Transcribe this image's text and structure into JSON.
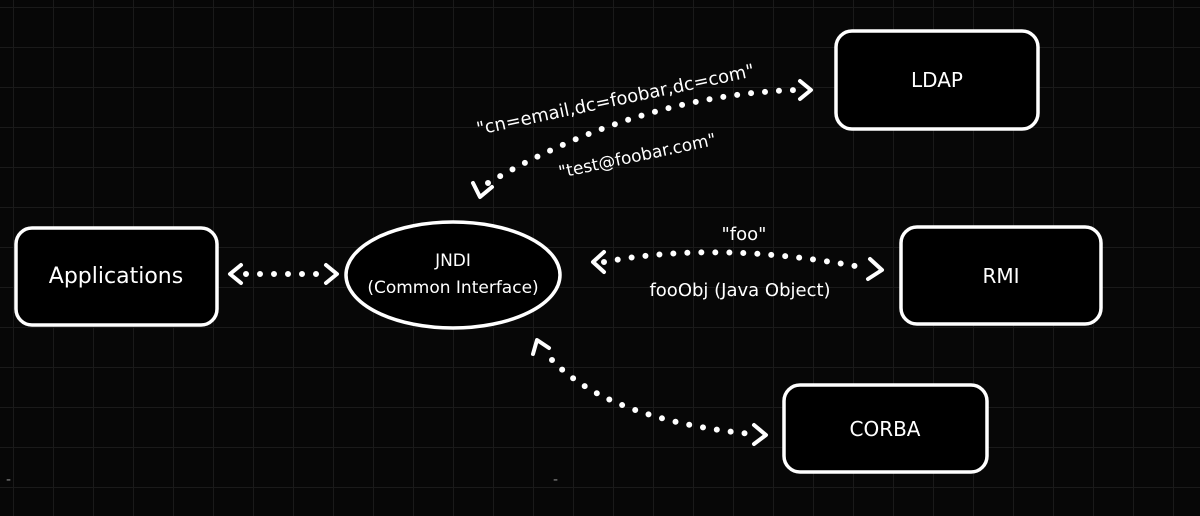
{
  "nodes": {
    "applications": "Applications",
    "jndi_title": "JNDI",
    "jndi_subtitle": "(Common Interface)",
    "ldap": "LDAP",
    "rmi": "RMI",
    "corba": "CORBA"
  },
  "edge_labels": {
    "ldap_request": "\"cn=email,dc=foobar,dc=com\"",
    "ldap_response": "\"test@foobar.com\"",
    "rmi_request": "\"foo\"",
    "rmi_response": "fooObj (Java Object)"
  },
  "colors": {
    "background": "#070707",
    "foreground": "#ffffff"
  }
}
